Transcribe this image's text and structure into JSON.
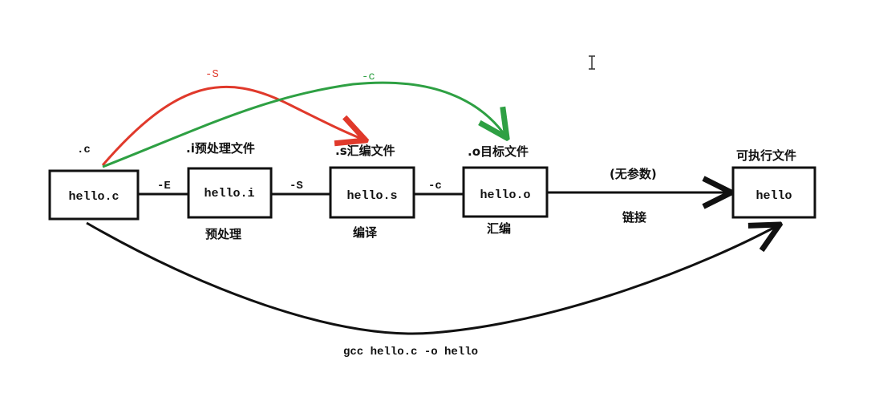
{
  "colors": {
    "stroke": "#111111",
    "red_arrow": "#e0392b",
    "green_arrow": "#2ea043"
  },
  "nodes": [
    {
      "id": "src",
      "box_label": "hello.c",
      "type_label": ".c"
    },
    {
      "id": "pre",
      "box_label": "hello.i",
      "type_label": ".i预处理文件"
    },
    {
      "id": "asm",
      "box_label": "hello.s",
      "type_label": ".s汇编文件"
    },
    {
      "id": "obj",
      "box_label": "hello.o",
      "type_label": ".o目标文件"
    },
    {
      "id": "exe",
      "box_label": "hello",
      "type_label": "可执行文件"
    }
  ],
  "edges": [
    {
      "from": "src",
      "to": "pre",
      "flag": "-E",
      "stage": "预处理"
    },
    {
      "from": "pre",
      "to": "asm",
      "flag": "-S",
      "stage": "编译"
    },
    {
      "from": "asm",
      "to": "obj",
      "flag": "-c",
      "stage": "汇编"
    },
    {
      "from": "obj",
      "to": "exe",
      "flag": "(无参数)",
      "stage": "链接"
    }
  ],
  "shortcuts": [
    {
      "from": "src",
      "to": "asm",
      "flag": "-S",
      "color": "red"
    },
    {
      "from": "src",
      "to": "obj",
      "flag": "-c",
      "color": "green"
    },
    {
      "from": "src",
      "to": "exe",
      "flag": "",
      "color": "black"
    }
  ],
  "bottom_command": "gcc hello.c -o hello"
}
